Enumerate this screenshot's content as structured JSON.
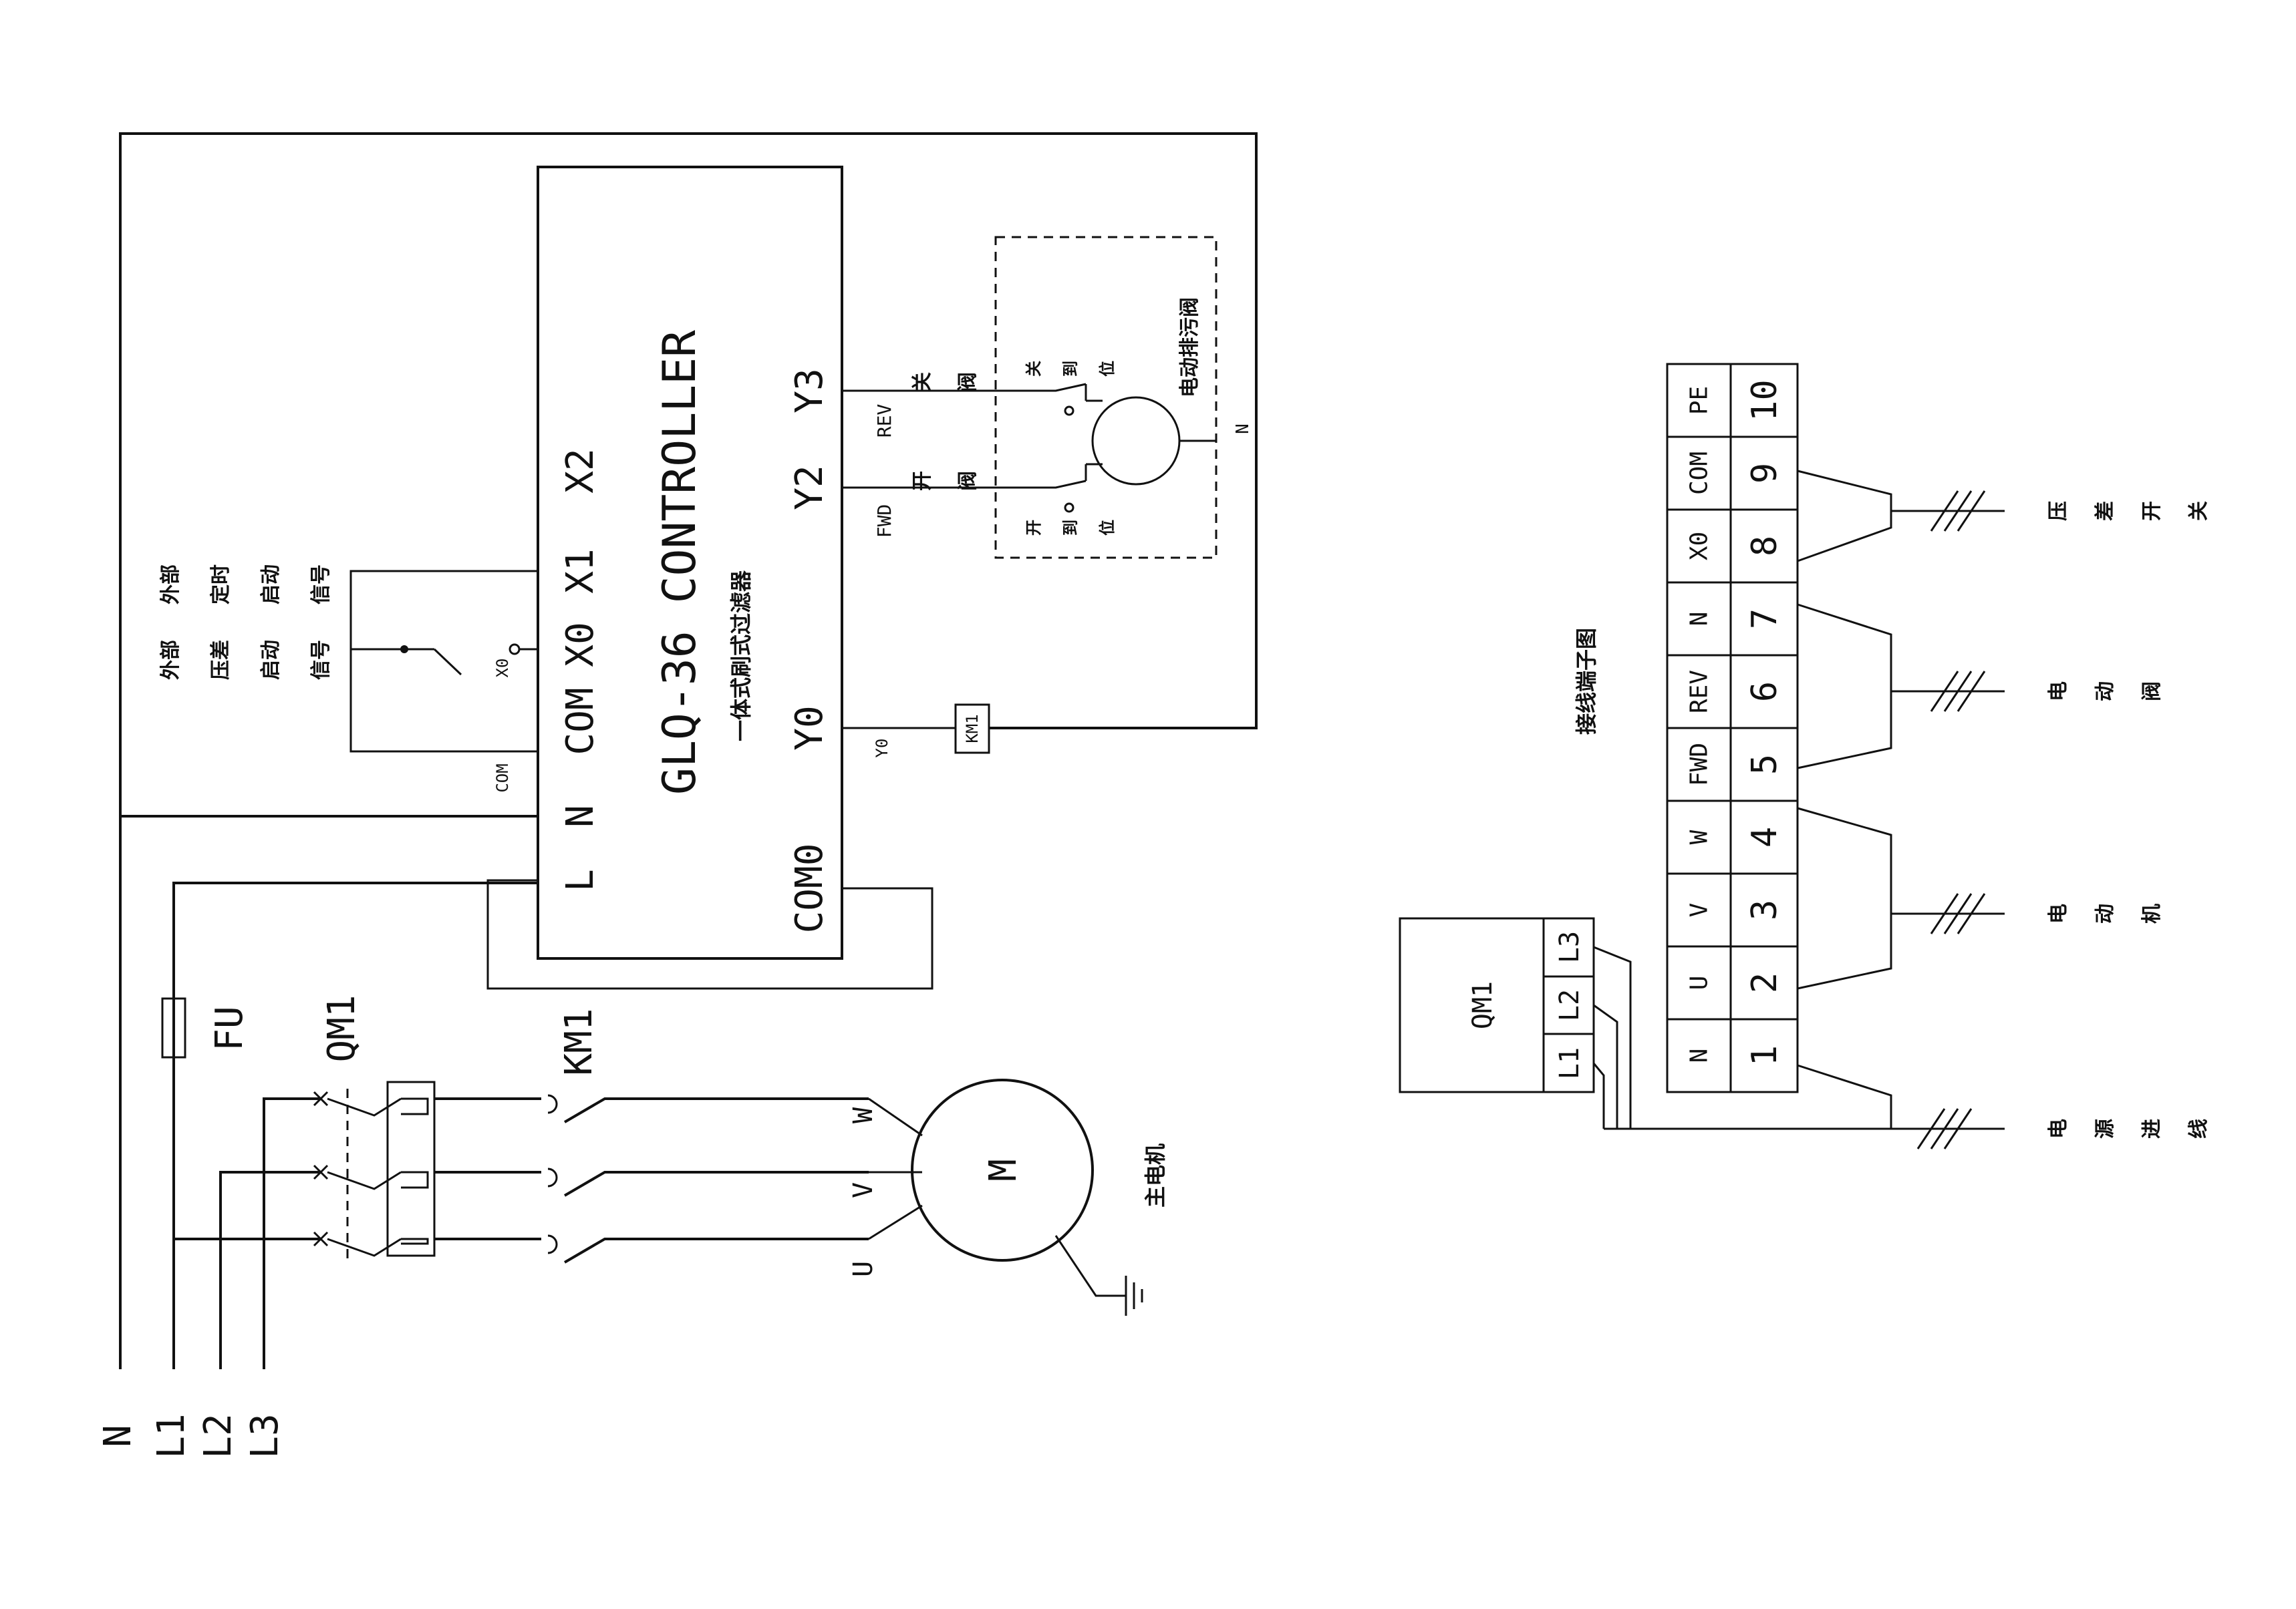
{
  "controller": {
    "model": "GLQ-36 CONTROLLER",
    "subtitle": "一体式刷式过滤器",
    "pins_top": [
      "L",
      "N",
      "COM",
      "X0",
      "X1",
      "X2"
    ],
    "pins_bottom": [
      "COM0",
      "Y0",
      "Y2",
      "Y3"
    ]
  },
  "inputs": {
    "x0_label": "X0",
    "com_label": "COM",
    "col1": [
      "外部",
      "压差",
      "启动",
      "信号"
    ],
    "col2": [
      "外部",
      "定时",
      "启动",
      "信号"
    ]
  },
  "outputs": {
    "y0": "Y0",
    "km1_coil": "KM1",
    "fwd": "FWD",
    "rev": "REV",
    "open_valve": [
      "开",
      "阀"
    ],
    "close_valve": [
      "关",
      "阀"
    ],
    "open_limit": [
      "开",
      "到",
      "位"
    ],
    "close_limit": [
      "关",
      "到",
      "位"
    ],
    "valve_title": "电动排污阀",
    "n": "N"
  },
  "power": {
    "lines": [
      "N",
      "L1",
      "L2",
      "L3"
    ],
    "fuse": "FU",
    "breaker": "QM1",
    "contactor": "KM1",
    "motor": "M",
    "motor_title": "主电机",
    "phases": [
      "U",
      "V",
      "W"
    ]
  },
  "terminal": {
    "title": "接线端子图",
    "qm1": "QM1",
    "qm1_pins": [
      "L1",
      "L2",
      "L3"
    ],
    "names": [
      "N",
      "U",
      "V",
      "W",
      "FWD",
      "REV",
      "N",
      "X0",
      "COM",
      "PE"
    ],
    "numbers": [
      "1",
      "2",
      "3",
      "4",
      "5",
      "6",
      "7",
      "8",
      "9",
      "10"
    ],
    "cables": [
      {
        "chars": [
          "电",
          "源",
          "进",
          "线"
        ]
      },
      {
        "chars": [
          "电",
          "动",
          "机"
        ]
      },
      {
        "chars": [
          "电",
          "动",
          "阀"
        ]
      },
      {
        "chars": [
          "压",
          "差",
          "开",
          "关"
        ]
      }
    ]
  }
}
